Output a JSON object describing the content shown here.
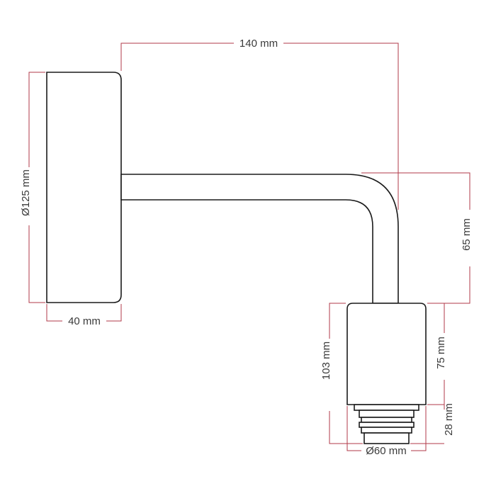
{
  "dimensions": {
    "arm_length": "140 mm",
    "canopy_diameter": "Ø125 mm",
    "canopy_depth": "40 mm",
    "arm_drop": "65 mm",
    "socket_total_height": "103 mm",
    "socket_body_height": "75 mm",
    "thread_height": "28 mm",
    "socket_diameter": "Ø60 mm"
  },
  "colors": {
    "dimension_lines": "#b03a48",
    "outline": "#1a1a1a",
    "text": "#3a3a3a"
  }
}
